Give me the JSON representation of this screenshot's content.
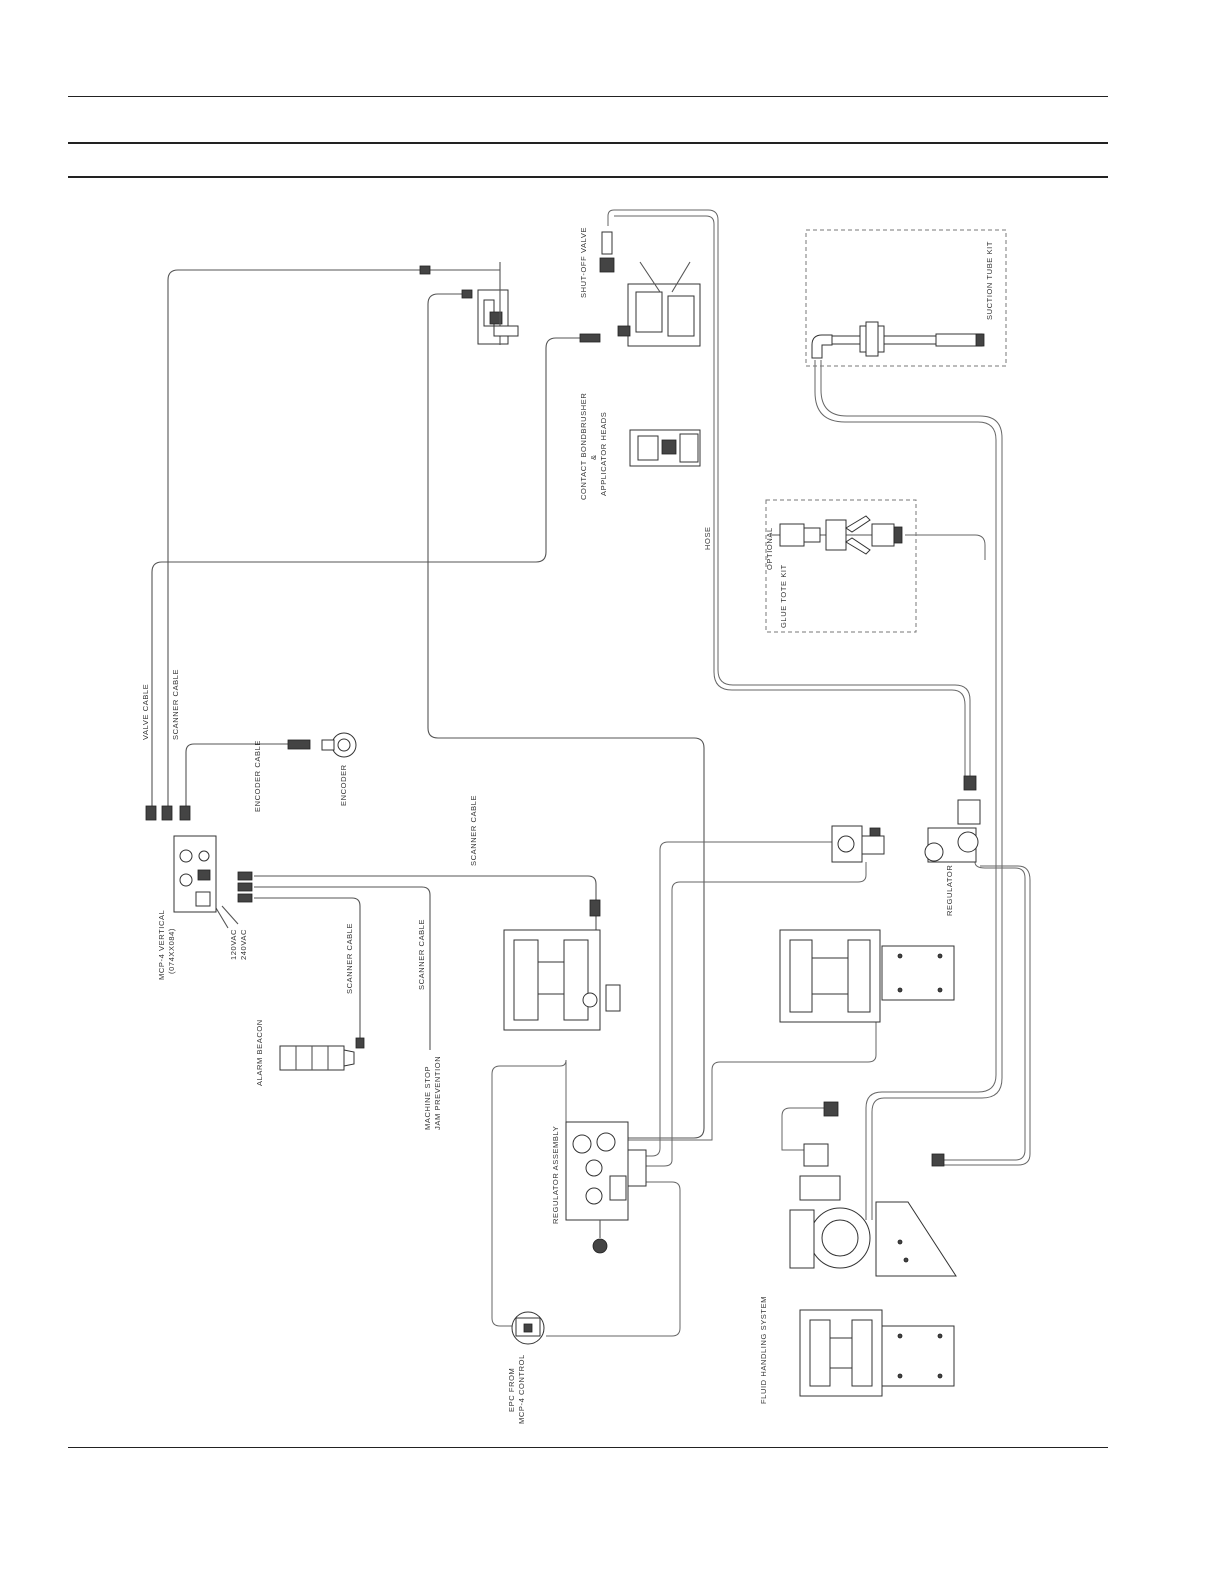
{
  "labels": {
    "shutoff_valve": "SHUT-OFF VALVE",
    "suction_tube_kit": "SUCTION TUBE KIT",
    "contact_heads_l1": "CONTACT BONDBRUSHER",
    "contact_heads_l2": "&",
    "contact_heads_l3": "APPLICATOR HEADS",
    "hose": "HOSE",
    "glue_tote_kit": "GLUE TOTE KIT",
    "valve_cable": "VALVE CABLE",
    "scanner_cable_top": "SCANNER CABLE",
    "encoder_cable": "ENCODER CABLE",
    "encoder": "ENCODER",
    "scanner_cable_mid": "SCANNER CABLE",
    "regulator": "REGULATOR",
    "controller_l1": "MCP-4 VERTICAL",
    "controller_l2": "(074XX084)",
    "power_l1": "120VAC",
    "power_l2": "240VAC",
    "scanner_cable_left": "SCANNER CABLE",
    "scanner_cable_right": "SCANNER CABLE",
    "alarm_beacon": "ALARM BEACON",
    "machine_stop_l1": "MACHINE STOP",
    "machine_stop_l2": "JAM PREVENTION",
    "regulator_assembly": "REGULATOR ASSEMBLY",
    "fluid_handling": "FLUID HANDLING SYSTEM",
    "epc_l1": "EPC FROM",
    "epc_l2": "MCP-4 CONTROL"
  }
}
